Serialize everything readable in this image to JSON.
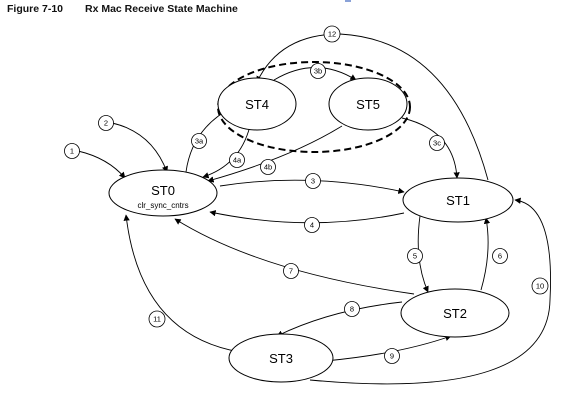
{
  "figure": {
    "number": "Figure 7-10",
    "title": "Rx Mac Receive State Machine"
  },
  "states": {
    "st0": {
      "label": "ST0",
      "sublabel": "clr_sync_cntrs"
    },
    "st1": {
      "label": "ST1"
    },
    "st2": {
      "label": "ST2"
    },
    "st3": {
      "label": "ST3"
    },
    "st4": {
      "label": "ST4"
    },
    "st5": {
      "label": "ST5"
    }
  },
  "transitions": [
    {
      "id": "t1",
      "label": "1",
      "from": "",
      "to": "ST0"
    },
    {
      "id": "t2",
      "label": "2",
      "from": "",
      "to": "ST0"
    },
    {
      "id": "t3",
      "label": "3",
      "from": "ST0",
      "to": "ST1"
    },
    {
      "id": "t3a",
      "label": "3a",
      "from": "ST0",
      "to": "ST4"
    },
    {
      "id": "t3b",
      "label": "3b",
      "from": "ST4",
      "to": "ST5"
    },
    {
      "id": "t3c",
      "label": "3c",
      "from": "ST5",
      "to": "ST1"
    },
    {
      "id": "t4",
      "label": "4",
      "from": "ST1",
      "to": "ST0"
    },
    {
      "id": "t4a",
      "label": "4a",
      "from": "ST4",
      "to": "ST0"
    },
    {
      "id": "t4b",
      "label": "4b",
      "from": "ST5",
      "to": "ST0"
    },
    {
      "id": "t5",
      "label": "5",
      "from": "ST1",
      "to": "ST2"
    },
    {
      "id": "t6",
      "label": "6",
      "from": "ST2",
      "to": "ST1"
    },
    {
      "id": "t7",
      "label": "7",
      "from": "ST2",
      "to": "ST0"
    },
    {
      "id": "t8",
      "label": "8",
      "from": "ST2",
      "to": "ST3"
    },
    {
      "id": "t9",
      "label": "9",
      "from": "ST3",
      "to": "ST2"
    },
    {
      "id": "t10",
      "label": "10",
      "from": "ST3",
      "to": "ST1"
    },
    {
      "id": "t11",
      "label": "11",
      "from": "ST3",
      "to": "ST0"
    },
    {
      "id": "t12",
      "label": "12",
      "from": "ST1",
      "to": "ST4"
    }
  ]
}
